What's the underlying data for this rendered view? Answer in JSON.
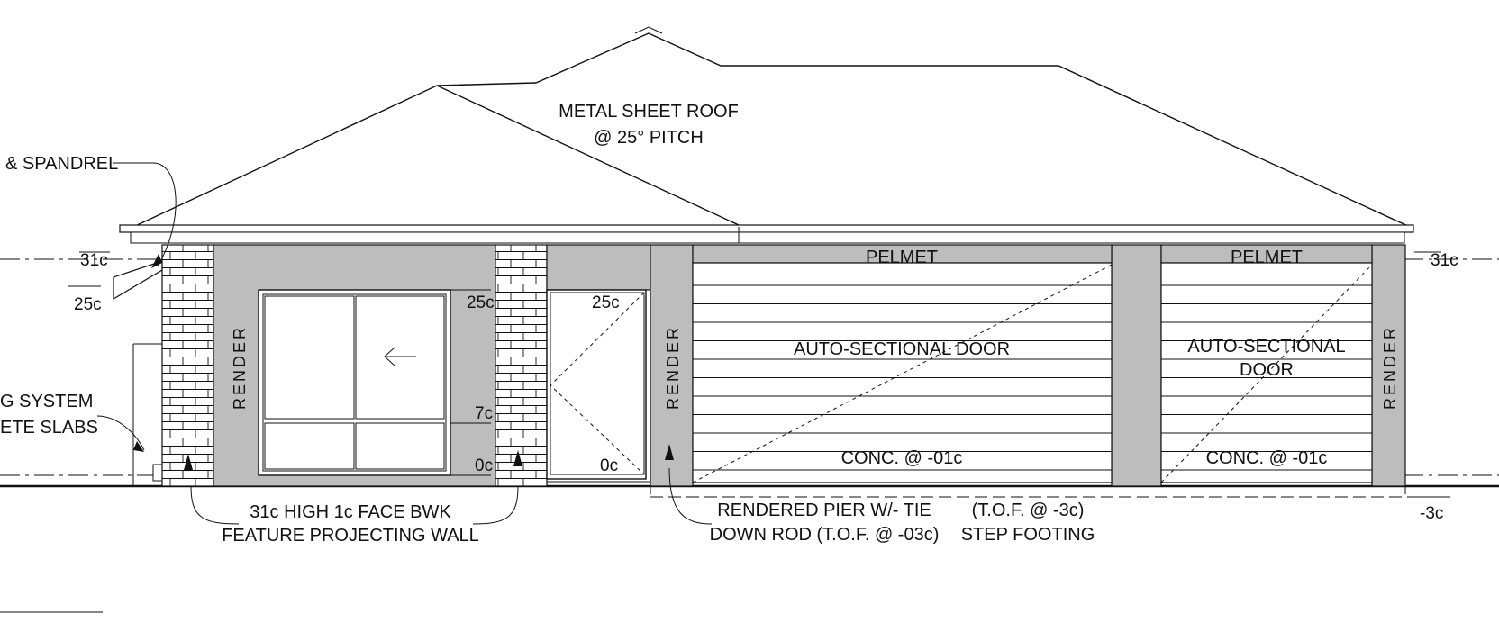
{
  "labels": {
    "roof_line1": "METAL SHEET ROOF",
    "roof_line2": "@ 25° PITCH",
    "spandrel": "& SPANDREL",
    "system_line1": "G SYSTEM",
    "system_line2": "ETE SLABS",
    "feature_wall_line1": "31c HIGH  1c FACE BWK",
    "feature_wall_line2": "FEATURE PROJECTING WALL",
    "pier_line1": "RENDERED PIER W/- TIE",
    "pier_line2": "DOWN ROD (T.O.F. @ -03c)",
    "footing_line1": "(T.O.F. @ -3c)",
    "footing_line2": "STEP FOOTING",
    "pelmet": "PELMET",
    "door_wide": "AUTO-SECTIONAL DOOR",
    "door_narrow_line1": "AUTO-SECTIONAL",
    "door_narrow_line2": "DOOR",
    "conc": "CONC. @ -01c",
    "render": "RENDER"
  },
  "levels": {
    "top_left": "31c",
    "top_right": "31c",
    "upper_left": "25c",
    "window_head": "25c",
    "door_head": "25c",
    "window_sill": "7c",
    "window_base": "0c",
    "door_base": "0c",
    "footing": "-3c"
  }
}
